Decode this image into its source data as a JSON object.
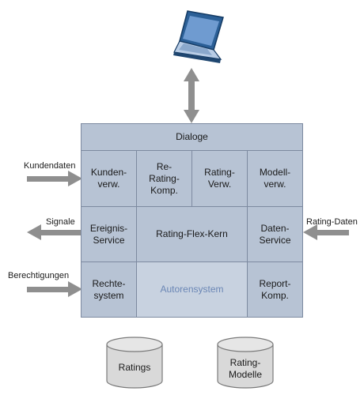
{
  "system": {
    "header": "Dialoge",
    "row1": [
      "Kunden-\nverw.",
      "Re-\nRating-\nKomp.",
      "Rating-\nVerw.",
      "Modell-\nverw."
    ],
    "row2": [
      "Ereignis-\nService",
      "Rating-Flex-Kern",
      "Daten-\nService"
    ],
    "row3": [
      "Rechte-\nsystem",
      "Autorensystem",
      "Report-\nKomp."
    ]
  },
  "inputs": {
    "kundendaten": "Kundendaten",
    "signale": "Signale",
    "rating_daten": "Rating-Daten",
    "berechtigungen": "Berechtigungen"
  },
  "databases": [
    "Ratings",
    "Rating-\nModelle"
  ],
  "colors": {
    "box_fill": "#b7c3d4",
    "box_border": "#7d8aa0",
    "arrow": "#8f8f8f",
    "accent_text": "#6a86b5"
  },
  "icons": {
    "client": "laptop-icon"
  }
}
